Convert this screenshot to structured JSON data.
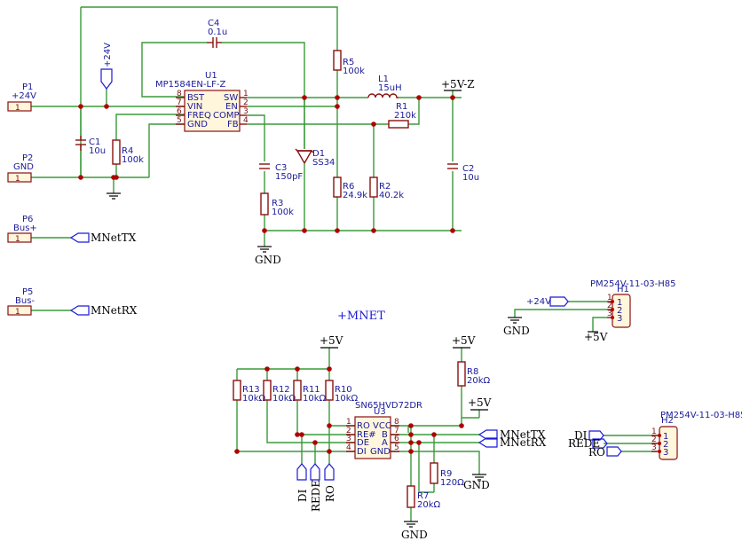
{
  "components": {
    "U1": {
      "ref": "U1",
      "value": "MP1584EN-LF-Z",
      "left_pins": [
        {
          "num": "8",
          "name": "BST"
        },
        {
          "num": "7",
          "name": "VIN"
        },
        {
          "num": "6",
          "name": "FREQ"
        },
        {
          "num": "5",
          "name": "GND"
        }
      ],
      "right_pins": [
        {
          "num": "1",
          "name": "SW"
        },
        {
          "num": "2",
          "name": "EN"
        },
        {
          "num": "3",
          "name": "COMP"
        },
        {
          "num": "4",
          "name": "FB"
        }
      ]
    },
    "U3": {
      "ref": "U3",
      "value": "SN65HVD72DR",
      "left_pins": [
        {
          "num": "1",
          "name": "RO"
        },
        {
          "num": "2",
          "name": "RE#"
        },
        {
          "num": "3",
          "name": "DE"
        },
        {
          "num": "4",
          "name": "DI"
        }
      ],
      "right_pins": [
        {
          "num": "8",
          "name": "VCC"
        },
        {
          "num": "7",
          "name": "B"
        },
        {
          "num": "6",
          "name": "A"
        },
        {
          "num": "5",
          "name": "GND"
        }
      ]
    },
    "C4": {
      "ref": "C4",
      "value": "0.1u"
    },
    "C1": {
      "ref": "C1",
      "value": "10u"
    },
    "C2": {
      "ref": "C2",
      "value": "10u"
    },
    "C3": {
      "ref": "C3",
      "value": "150pF"
    },
    "R4": {
      "ref": "R4",
      "value": "100k"
    },
    "R3": {
      "ref": "R3",
      "value": "100k"
    },
    "R5": {
      "ref": "R5",
      "value": "100k"
    },
    "R6": {
      "ref": "R6",
      "value": "24.9k"
    },
    "R1": {
      "ref": "R1",
      "value": "210k"
    },
    "R2": {
      "ref": "R2",
      "value": "40.2k"
    },
    "L1": {
      "ref": "L1",
      "value": "15uH"
    },
    "D1": {
      "ref": "D1",
      "value": "SS34"
    },
    "R8": {
      "ref": "R8",
      "value": "20kΩ"
    },
    "R7": {
      "ref": "R7",
      "value": "20kΩ"
    },
    "R9": {
      "ref": "R9",
      "value": "120Ω"
    },
    "R10": {
      "ref": "R10",
      "value": "10kΩ"
    },
    "R11": {
      "ref": "R11",
      "value": "10kΩ"
    },
    "R12": {
      "ref": "R12",
      "value": "10kΩ"
    },
    "R13": {
      "ref": "R13",
      "value": "10kΩ"
    },
    "P1": {
      "ref": "P1",
      "value": "+24V",
      "pin": "1"
    },
    "P2": {
      "ref": "P2",
      "value": "GND",
      "pin": "1"
    },
    "P6": {
      "ref": "P6",
      "value": "Bus+",
      "pin": "1"
    },
    "P5": {
      "ref": "P5",
      "value": "Bus-",
      "pin": "1"
    },
    "H1": {
      "ref": "H1",
      "value": "PM254V-11-03-H85",
      "pins": [
        "1",
        "2",
        "3"
      ]
    },
    "H2": {
      "ref": "H2",
      "value": "PM254V-11-03-H85",
      "pins": [
        "1",
        "2",
        "3"
      ]
    }
  },
  "power": {
    "plus24": "+24V",
    "plus5": "+5V",
    "plus5z": "+5V-Z",
    "gnd": "GND"
  },
  "nets": {
    "mnettx": "MNetTX",
    "mnetrx": "MNetRX",
    "di": "DI",
    "rede": "REDE",
    "ro": "RO"
  },
  "section_title": "+MNET"
}
